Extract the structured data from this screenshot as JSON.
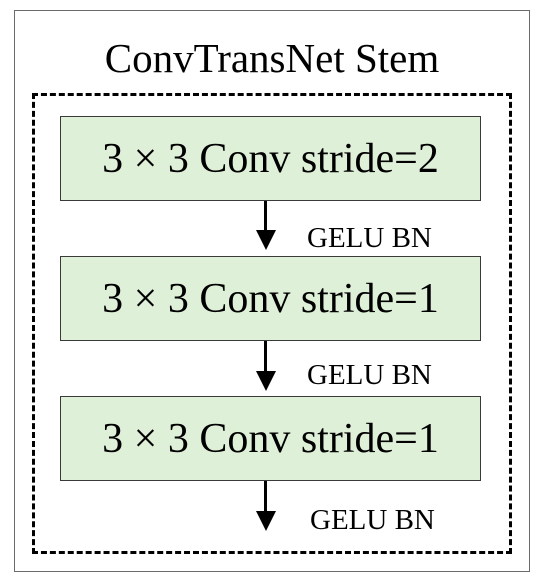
{
  "diagram": {
    "title": "ConvTransNet Stem",
    "stages": [
      {
        "label": "3 × 3 Conv stride=2",
        "activation": "GELU BN"
      },
      {
        "label": "3 × 3 Conv stride=1",
        "activation": "GELU BN"
      },
      {
        "label": "3 × 3 Conv stride=1",
        "activation": "GELU BN"
      }
    ],
    "colors": {
      "stage_fill": "#dff0d8",
      "stage_border": "#3a3a3a",
      "dashed_border": "#000000",
      "frame_border": "#6b6b6b"
    }
  }
}
